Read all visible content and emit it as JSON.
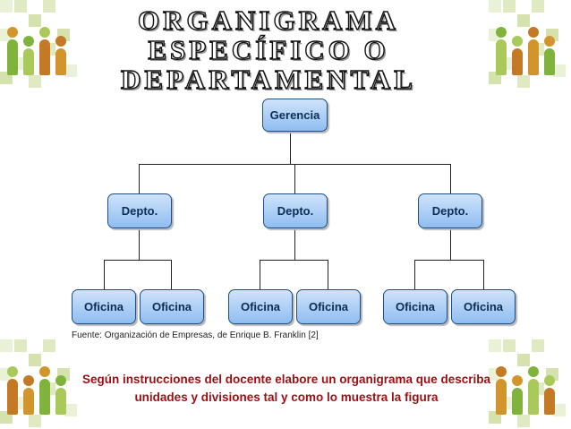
{
  "title": {
    "line1": "ORGANIGRAMA",
    "line2": "ESPECÍFICO O",
    "line3": "DEPARTAMENTAL"
  },
  "org_chart": {
    "root": "Gerencia",
    "departments": [
      {
        "label": "Depto.",
        "offices": [
          "Oficina",
          "Oficina"
        ]
      },
      {
        "label": "Depto.",
        "offices": [
          "Oficina",
          "Oficina"
        ]
      },
      {
        "label": "Depto.",
        "offices": [
          "Oficina",
          "Oficina"
        ]
      }
    ]
  },
  "source_note": "Fuente: Organización de Empresas, de Enrique B. Franklin [2]",
  "instructions": {
    "line1": "Según instrucciones del docente elabore un organigrama que describa",
    "line2": "unidades y divisiones tal y como  lo muestra la figura"
  },
  "colors": {
    "node_border": "#1d4f86",
    "node_fill": "#a9cdf5",
    "instruction_text": "#9b0f12",
    "decor_green": "#c9dc9a"
  }
}
